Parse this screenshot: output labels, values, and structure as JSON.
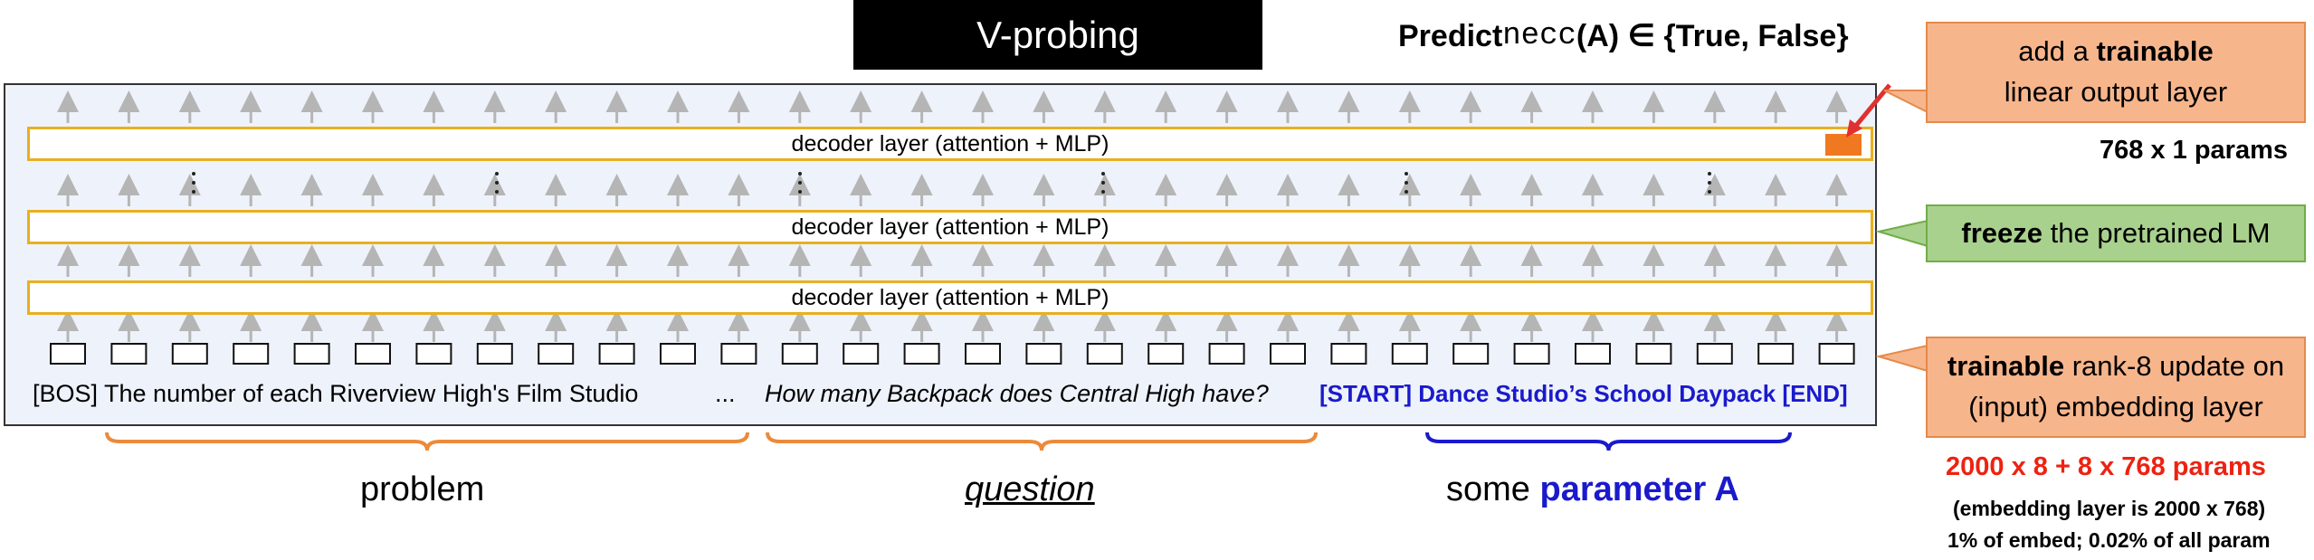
{
  "title": "V-probing",
  "predict": {
    "prefix": "Predict ",
    "func": "necc",
    "arg": "(A) ∈ {True, False}"
  },
  "layers": {
    "top": "decoder layer (attention + MLP)",
    "middle": "decoder layer (attention + MLP)",
    "bottom": "decoder layer (attention + MLP)"
  },
  "tokens": {
    "problem_text": "[BOS] The number of each Riverview High's Film Studio",
    "ellipsis": "...",
    "question_text": "How many Backpack does Central High have?",
    "param_text": "[START] Dance Studio’s School Daypack [END]"
  },
  "callouts": {
    "output": {
      "pre": "add a ",
      "bold": "trainable",
      "post": "linear output layer",
      "params": "768 x 1 params"
    },
    "freeze": {
      "bold": "freeze",
      "post": " the pretrained LM"
    },
    "embed": {
      "bold": "trainable",
      "post1": " rank-8 update on",
      "post2": "(input) embedding layer"
    },
    "embed_params": "2000 x 8 + 8 x 768 params",
    "embed_note1": "(embedding layer is 2000 x 768)",
    "embed_note2": "1% of embed; 0.02% of all param"
  },
  "spans": {
    "problem": "problem",
    "question": "question",
    "param_prefix": "some ",
    "param_name": "parameter A"
  },
  "colors": {
    "layer_border": "#e8b020",
    "orange_box": "#f7b58c",
    "orange_border": "#e48a4a",
    "green_box": "#a9d18e",
    "green_border": "#70ad47",
    "blue": "#1a1acc",
    "red": "#ee2211",
    "frame_bg": "#eef2fa",
    "brace_orange": "#ec8a3a"
  }
}
